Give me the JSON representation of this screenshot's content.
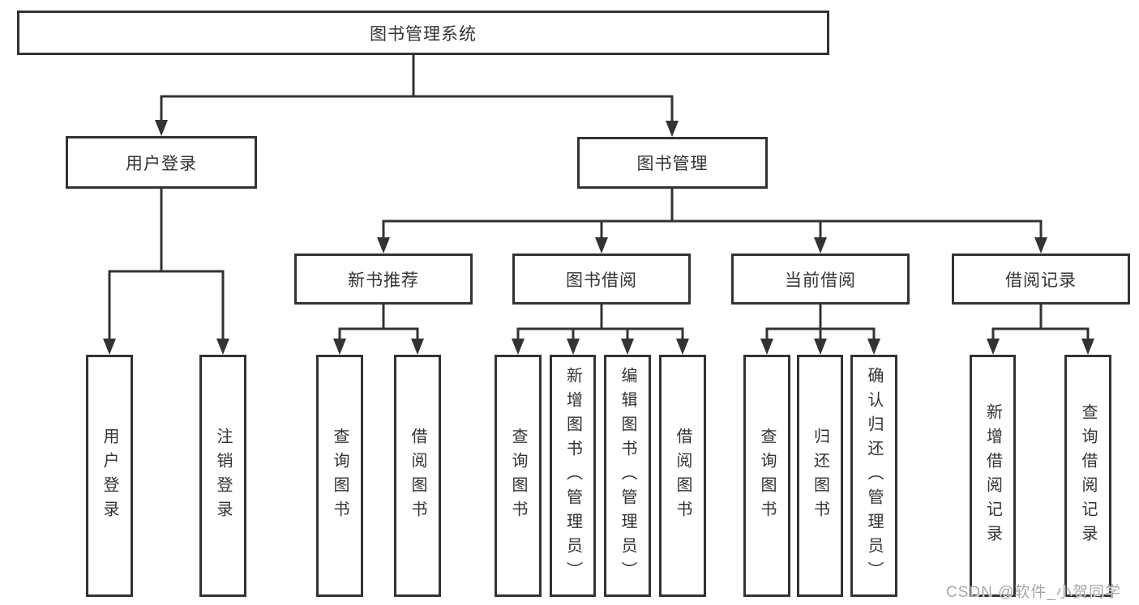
{
  "diagram": {
    "root": {
      "label": "图书管理系统"
    },
    "children": [
      {
        "label": "用户登录",
        "children": [
          {
            "label": "用户登录"
          },
          {
            "label": "注销登录"
          }
        ]
      },
      {
        "label": "图书管理",
        "children": [
          {
            "label": "新书推荐",
            "children": [
              {
                "label": "查询图书"
              },
              {
                "label": "借阅图书"
              }
            ]
          },
          {
            "label": "图书借阅",
            "children": [
              {
                "label": "查询图书"
              },
              {
                "label": "新增图书（管理员）"
              },
              {
                "label": "编辑图书（管理员）"
              },
              {
                "label": "借阅图书"
              }
            ]
          },
          {
            "label": "当前借阅",
            "children": [
              {
                "label": "查询图书"
              },
              {
                "label": "归还图书"
              },
              {
                "label": "确认归还（管理员）"
              }
            ]
          },
          {
            "label": "借阅记录",
            "children": [
              {
                "label": "新增借阅记录"
              },
              {
                "label": "查询借阅记录"
              }
            ]
          }
        ]
      }
    ],
    "colors": {
      "line": "#333333",
      "box_background": "#ffffff",
      "text": "#333333",
      "watermark": "#a8a8a8"
    }
  },
  "watermark": {
    "text": "CSDN @软件_小贺同学"
  }
}
